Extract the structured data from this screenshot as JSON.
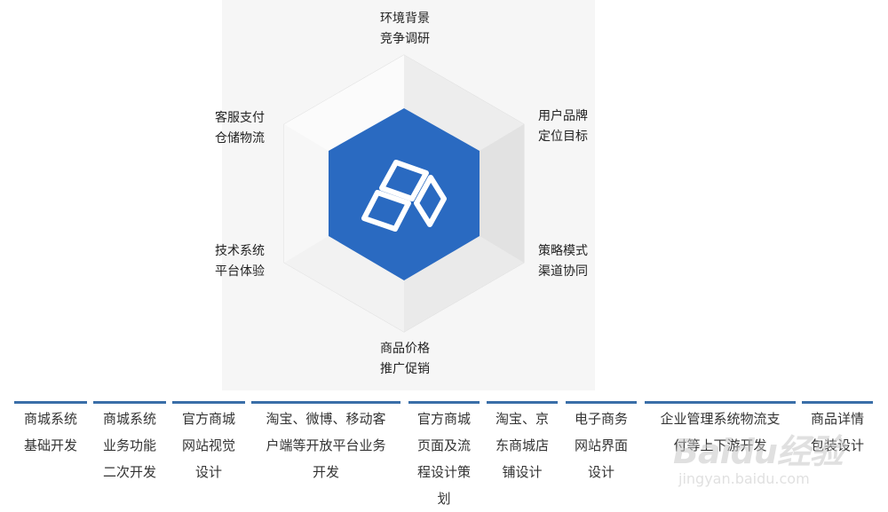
{
  "hexagon": {
    "labels": {
      "top": [
        "环境背景",
        "竞争调研"
      ],
      "upper_right": [
        "用户品牌",
        "定位目标"
      ],
      "lower_right": [
        "策略模式",
        "渠道协同"
      ],
      "bottom": [
        "商品价格",
        "推广促销"
      ],
      "lower_left": [
        "技术系统",
        "平台体验"
      ],
      "upper_left": [
        "客服支付",
        "仓储物流"
      ]
    },
    "center_icon": "cube-outline-icon",
    "colors": {
      "center": "#2a6ac1",
      "border": "#3a6ea8"
    }
  },
  "services": [
    [
      "商城系统",
      "基础开发"
    ],
    [
      "商城系统",
      "业务功能",
      "二次开发"
    ],
    [
      "官方商城",
      "网站视觉",
      "设计"
    ],
    [
      "淘宝、微博、移动客",
      "户端等开放平台业务",
      "开发"
    ],
    [
      "官方商城",
      "页面及流",
      "程设计策",
      "划"
    ],
    [
      "淘宝、京",
      "东商城店",
      "铺设计"
    ],
    [
      "电子商务",
      "网站界面",
      "设计"
    ],
    [
      "企业管理系统物流支",
      "付等上下游开发"
    ],
    [
      "商品详情",
      "包装设计"
    ]
  ],
  "watermark": {
    "main": "Baidu经验",
    "sub": "jingyan.baidu.com"
  }
}
